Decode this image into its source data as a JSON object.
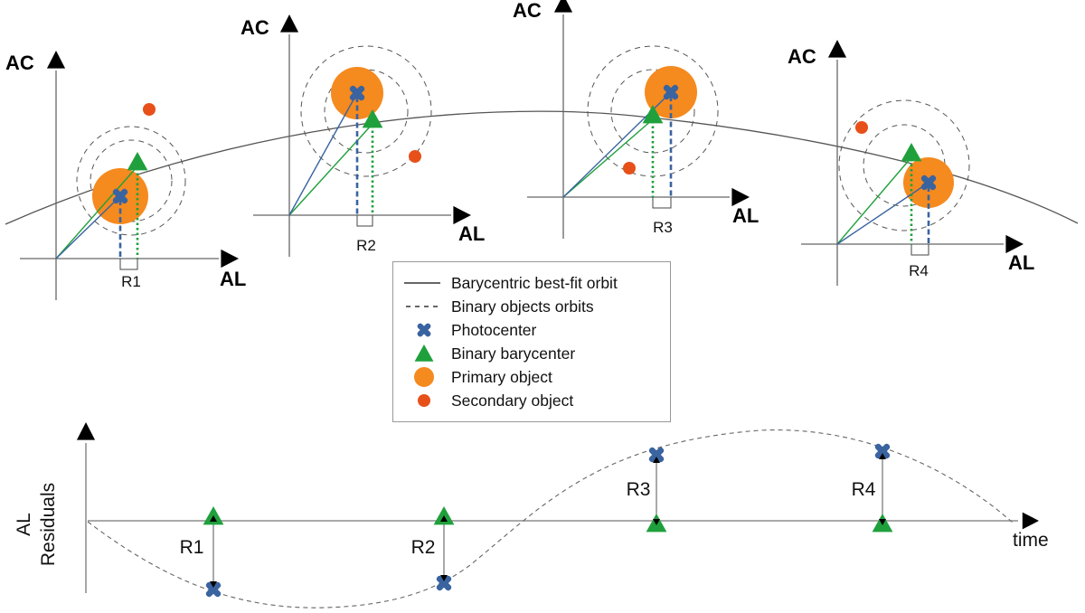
{
  "colors": {
    "photocenter": "#3A64A0",
    "barycenter": "#1FA03C",
    "primary": "#F58A1F",
    "secondary": "#E8501A",
    "orbit": "#555555",
    "axis": "#000000"
  },
  "panels": [
    {
      "ac_label": "AC",
      "al_label": "AL",
      "residual_label": "R1"
    },
    {
      "ac_label": "AC",
      "al_label": "AL",
      "residual_label": "R2"
    },
    {
      "ac_label": "AC",
      "al_label": "AL",
      "residual_label": "R3"
    },
    {
      "ac_label": "AC",
      "al_label": "AL",
      "residual_label": "R4"
    }
  ],
  "legend": {
    "items": [
      {
        "symbol": "solid-line",
        "label": "Barycentric best-fit orbit"
      },
      {
        "symbol": "dashed-line",
        "label": "Binary objects orbits"
      },
      {
        "symbol": "cross-icon",
        "label": "Photocenter"
      },
      {
        "symbol": "triangle-icon",
        "label": "Binary barycenter"
      },
      {
        "symbol": "large-circle-icon",
        "label": "Primary object"
      },
      {
        "symbol": "small-circle-icon",
        "label": "Secondary object"
      }
    ]
  },
  "residuals_plot": {
    "y_label_line1": "AL",
    "y_label_line2": "Residuals",
    "x_label": "time",
    "points": [
      {
        "label": "R1",
        "sign": "negative"
      },
      {
        "label": "R2",
        "sign": "negative"
      },
      {
        "label": "R3",
        "sign": "positive"
      },
      {
        "label": "R4",
        "sign": "positive"
      }
    ]
  }
}
